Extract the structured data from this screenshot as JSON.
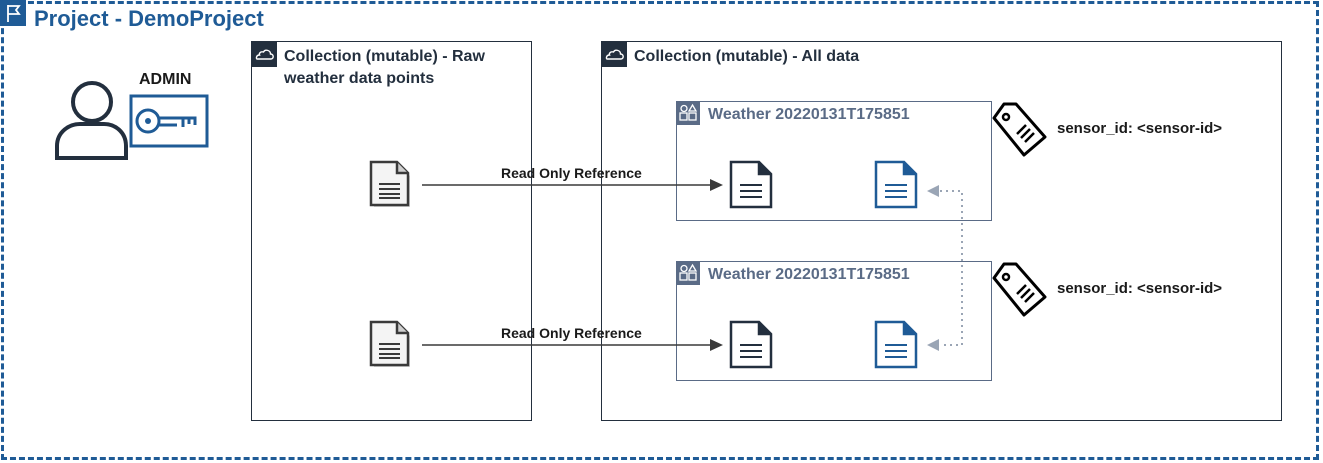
{
  "project": {
    "title": "Project - DemoProject",
    "border_color": "#1f5b96"
  },
  "admin": {
    "label": "ADMIN"
  },
  "collections": [
    {
      "title": "Collection (mutable) - Raw weather data points"
    },
    {
      "title": "Collection (mutable) - All data"
    }
  ],
  "datasets": [
    {
      "title": "Weather 20220131T175851",
      "tag": "sensor_id: <sensor-id>"
    },
    {
      "title": "Weather 20220131T175851",
      "tag": "sensor_id: <sensor-id>"
    }
  ],
  "references": [
    {
      "label": "Read Only Reference"
    },
    {
      "label": "Read Only Reference"
    }
  ],
  "icons": {
    "project": "flag-icon",
    "admin_user": "user-icon",
    "admin_key": "key-icon",
    "collection": "cloud-icon",
    "dataset": "dataset-icon",
    "document": "document-icon",
    "tag": "tag-icon"
  },
  "colors": {
    "primary_blue": "#1f5b96",
    "dark": "#232f3e",
    "dataset_gray": "#5a6b86",
    "link_dotted": "#9aa5b5"
  }
}
